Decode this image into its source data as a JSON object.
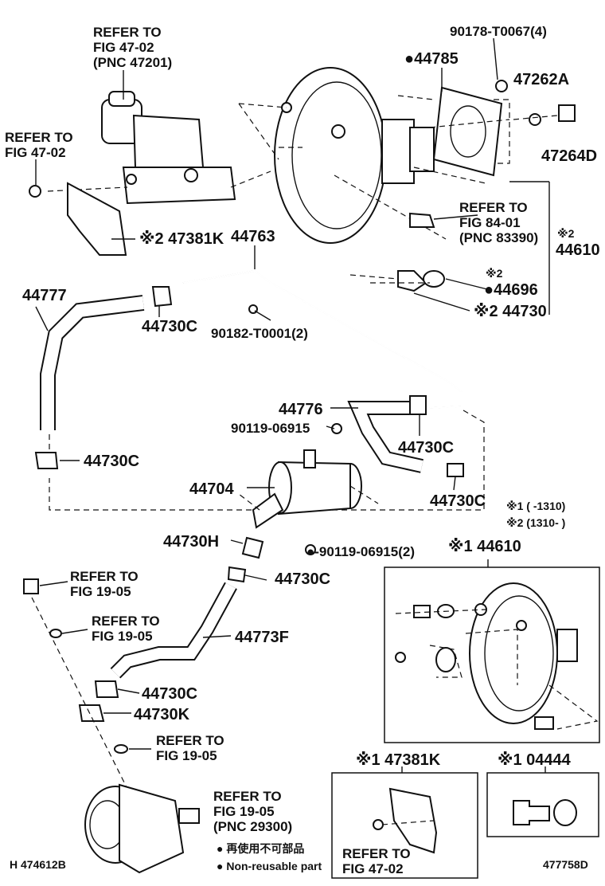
{
  "labels": {
    "refer_fig_47_02_pnc_line1": "REFER TO",
    "refer_fig_47_02_pnc_line2": "FIG 47-02",
    "refer_fig_47_02_pnc_line3": "(PNC 47201)",
    "refer_fig_47_02_left_line1": "REFER TO",
    "refer_fig_47_02_left_line2": "FIG 47-02",
    "p_90178": "90178-T0067(4)",
    "p_44785": "●44785",
    "p_47262a": "47262A",
    "p_47264d": "47264D",
    "p_47381k_main": "※2 47381K",
    "refer_fig_84_01_line1": "REFER TO",
    "refer_fig_84_01_line2": "FIG 84-01",
    "refer_fig_84_01_line3": "(PNC 83390)",
    "p_44610_main_mark": "※2",
    "p_44610_main": "44610",
    "p_44763": "44763",
    "p_44696_mark": "※2",
    "p_44696": "●44696",
    "p_44730": "※2 44730",
    "p_44777": "44777",
    "p_44730c_a": "44730C",
    "p_90182": "90182-T0001(2)",
    "p_44776": "44776",
    "p_90119_a": "90119-06915",
    "p_44730c_b": "44730C",
    "p_44730c_c": "44730C",
    "p_44704": "44704",
    "p_44730c_d": "44730C",
    "note_1": "※1 (        -1310)",
    "note_2": "※2 (1310-         )",
    "p_44730h": "44730H",
    "p_90119_b": "●-90119-06915(2)",
    "p_44610_box": "※1 44610",
    "p_44730c_e": "44730C",
    "refer_fig_19_05_a_line1": "REFER TO",
    "refer_fig_19_05_a_line2": "FIG 19-05",
    "refer_fig_19_05_b_line1": "REFER TO",
    "refer_fig_19_05_b_line2": "FIG 19-05",
    "p_44773f": "44773F",
    "p_44730c_f": "44730C",
    "p_44730k": "44730K",
    "refer_fig_19_05_c_line1": "REFER TO",
    "refer_fig_19_05_c_line2": "FIG 19-05",
    "p_47381k_box": "※1 47381K",
    "p_04444_box": "※1 04444",
    "refer_fig_19_05_pnc_line1": "REFER TO",
    "refer_fig_19_05_pnc_line2": "FIG 19-05",
    "refer_fig_19_05_pnc_line3": "(PNC 29300)",
    "legend_jp": "● 再使用不可部品",
    "legend_en": "● Non-reusable part",
    "refer_fig_47_02_box_line1": "REFER TO",
    "refer_fig_47_02_box_line2": "FIG 47-02",
    "footer_left": "H 474612B",
    "footer_right": "477758D"
  }
}
